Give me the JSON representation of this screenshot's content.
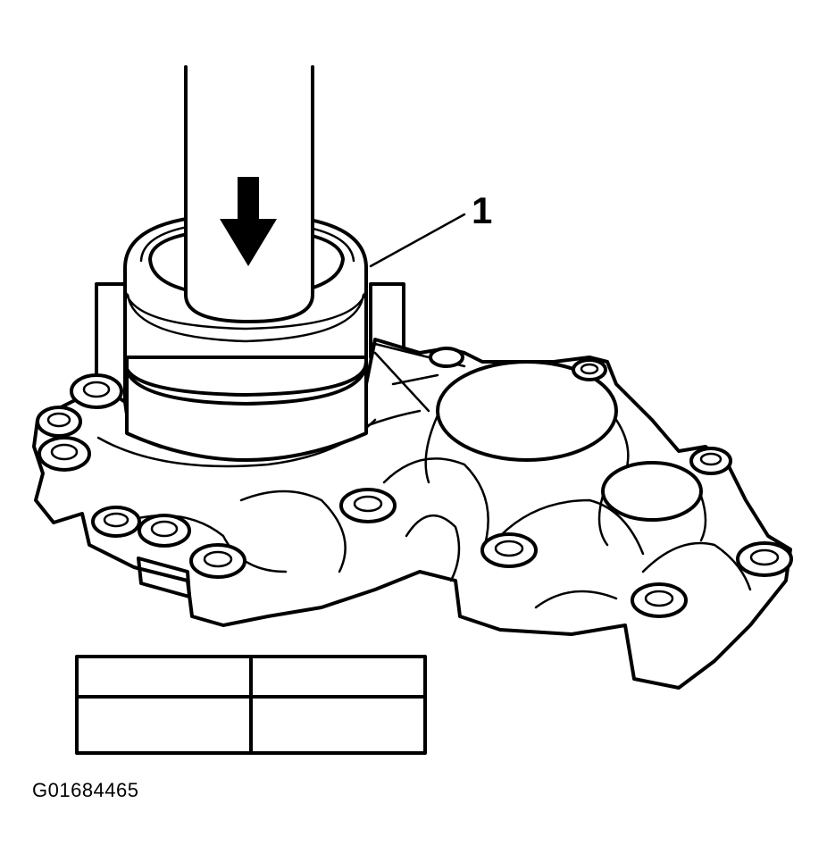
{
  "callouts": [
    {
      "label": "1",
      "target": "seal"
    }
  ],
  "figure_id": "G01684465",
  "icons": {
    "press_direction": "down-arrow-icon"
  }
}
